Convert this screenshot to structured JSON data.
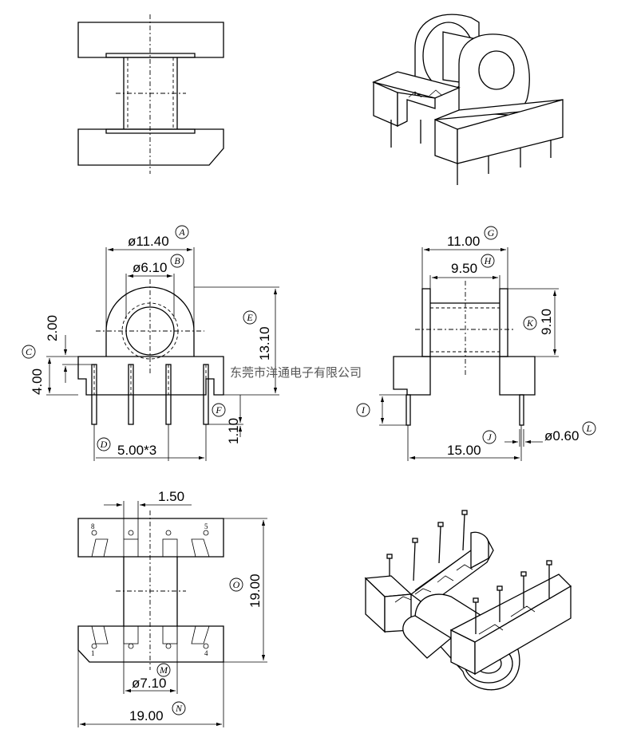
{
  "watermark": "东莞市洋通电子有限公司",
  "dimensions": {
    "A": {
      "tag": "A",
      "value": "ø11.40"
    },
    "B": {
      "tag": "B",
      "value": "ø6.10"
    },
    "C": {
      "tag": "C",
      "value": "4.00"
    },
    "D": {
      "tag": "D",
      "value": "5.00*3"
    },
    "E": {
      "tag": "E",
      "value": "13.10"
    },
    "F": {
      "tag": "F",
      "value": "1.10"
    },
    "G": {
      "tag": "G",
      "value": "11.00"
    },
    "H": {
      "tag": "H",
      "value": "9.50"
    },
    "I": {
      "tag": "I",
      "value": ""
    },
    "J": {
      "tag": "J",
      "value": "15.00"
    },
    "K": {
      "tag": "K",
      "value": "9.10"
    },
    "L": {
      "tag": "L",
      "value": "ø0.60"
    },
    "M": {
      "tag": "M",
      "value": "ø7.10"
    },
    "N": {
      "tag": "N",
      "value": "19.00"
    },
    "O": {
      "tag": "O",
      "value": "19.00"
    },
    "extra_2_00": "2.00",
    "extra_1_50": "1.50"
  },
  "pin_numbers": {
    "p1": "1",
    "p4": "4",
    "p5": "5",
    "p8": "8"
  }
}
